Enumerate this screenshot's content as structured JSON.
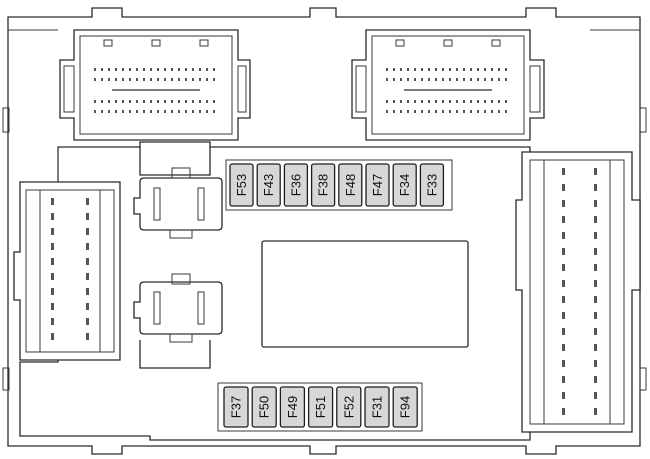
{
  "fuse_rows": [
    {
      "name": "upper",
      "fuses": [
        "F53",
        "F43",
        "F36",
        "F38",
        "F48",
        "F47",
        "F34",
        "F33"
      ]
    },
    {
      "name": "lower",
      "fuses": [
        "F37",
        "F50",
        "F49",
        "F51",
        "F52",
        "F31",
        "F94"
      ]
    }
  ],
  "colors": {
    "outline": "#2a2a2a",
    "fuse_fill": "#d7d7d7",
    "background": "#ffffff"
  }
}
